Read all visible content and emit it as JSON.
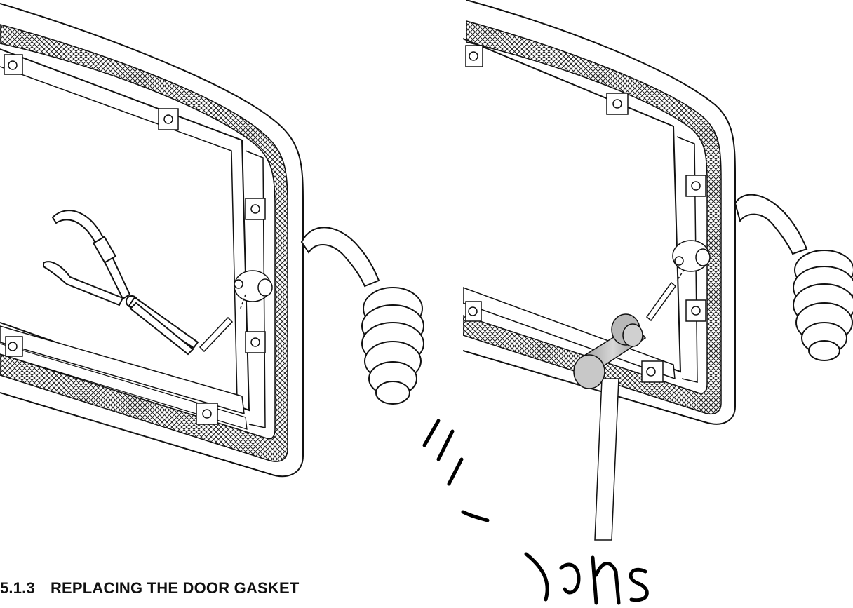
{
  "section": {
    "number": "5.1.3",
    "title": "REPLACING THE DOOR GASKET"
  },
  "illustrations": {
    "left": {
      "icon": "pliers-removing-pin-illustration"
    },
    "right": {
      "icon": "hammer-inserting-pin-illustration"
    }
  },
  "watermark": {
    "text": "Instructions",
    "color": "#000000"
  }
}
